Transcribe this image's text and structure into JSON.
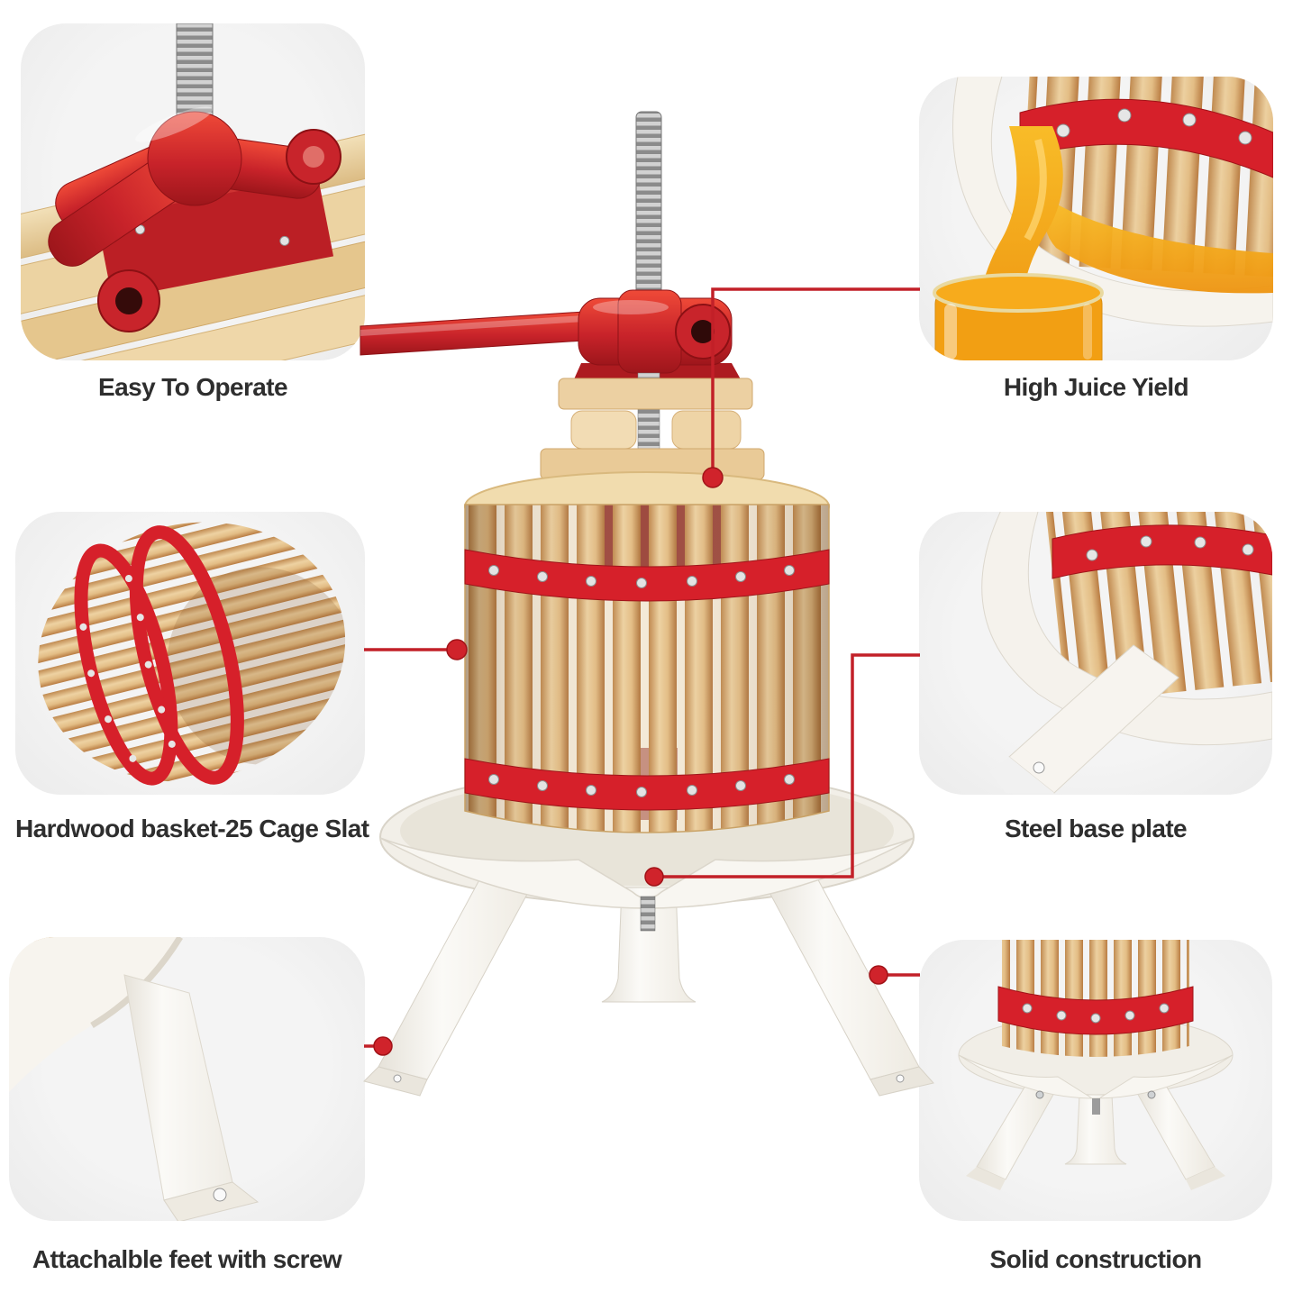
{
  "page": {
    "background_color": "#ffffff"
  },
  "palette": {
    "accent_red": "#c22028",
    "band_red": "#d6202a",
    "wood_light": "#f0d9ab",
    "wood_mid": "#e2bc83",
    "wood_dark": "#b97f44",
    "steel_white": "#f6f4ef",
    "callout_background": "#f1f1f1",
    "juice_orange": "#f4a416",
    "caption_text": "#2e2e2e"
  },
  "product_illustration": {
    "icon": "fruit-press-product-photo",
    "parts": [
      "threaded-screw",
      "red-t-handle",
      "pressing-blocks",
      "hardwood-basket",
      "red-steel-bands",
      "steel-base-plate",
      "tripod-legs"
    ]
  },
  "callouts": [
    {
      "id": "easy-to-operate",
      "label": "Easy To Operate",
      "icon": "screw-handle-photo"
    },
    {
      "id": "high-juice-yield",
      "label": "High Juice Yield",
      "icon": "juice-pour-photo"
    },
    {
      "id": "hardwood-basket",
      "label": "Hardwood basket-25 Cage Slat",
      "icon": "cage-slat-photo"
    },
    {
      "id": "steel-base-plate",
      "label": "Steel base plate",
      "icon": "base-plate-photo"
    },
    {
      "id": "attachable-feet",
      "label": "Attachalble feet with screw",
      "icon": "feet-with-screw-photo"
    },
    {
      "id": "solid-construction",
      "label": "Solid construction",
      "icon": "tripod-base-photo"
    }
  ]
}
